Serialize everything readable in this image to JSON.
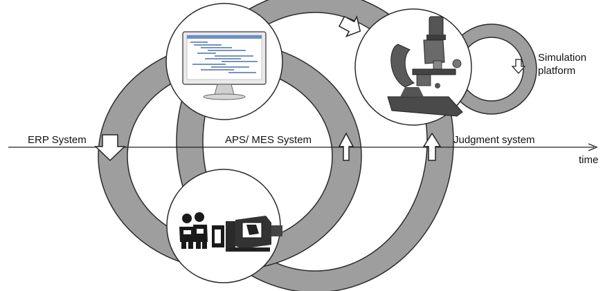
{
  "labels": {
    "erp": "ERP System",
    "aps_mes": "APS/ MES System",
    "judgment": "Judgment system",
    "time": "time",
    "simulation_line1": "Simulation",
    "simulation_line2": "platform"
  },
  "colors": {
    "ring_fill": "#9e9e9e",
    "ring_stroke": "#2a2a2a",
    "circle_fill": "#ffffff",
    "text": "#111111"
  },
  "icons": {
    "top_circle": "computer-monitor-gantt-icon",
    "bottom_circle": "workers-and-machine-icon",
    "right_circle": "microscope-icon"
  }
}
